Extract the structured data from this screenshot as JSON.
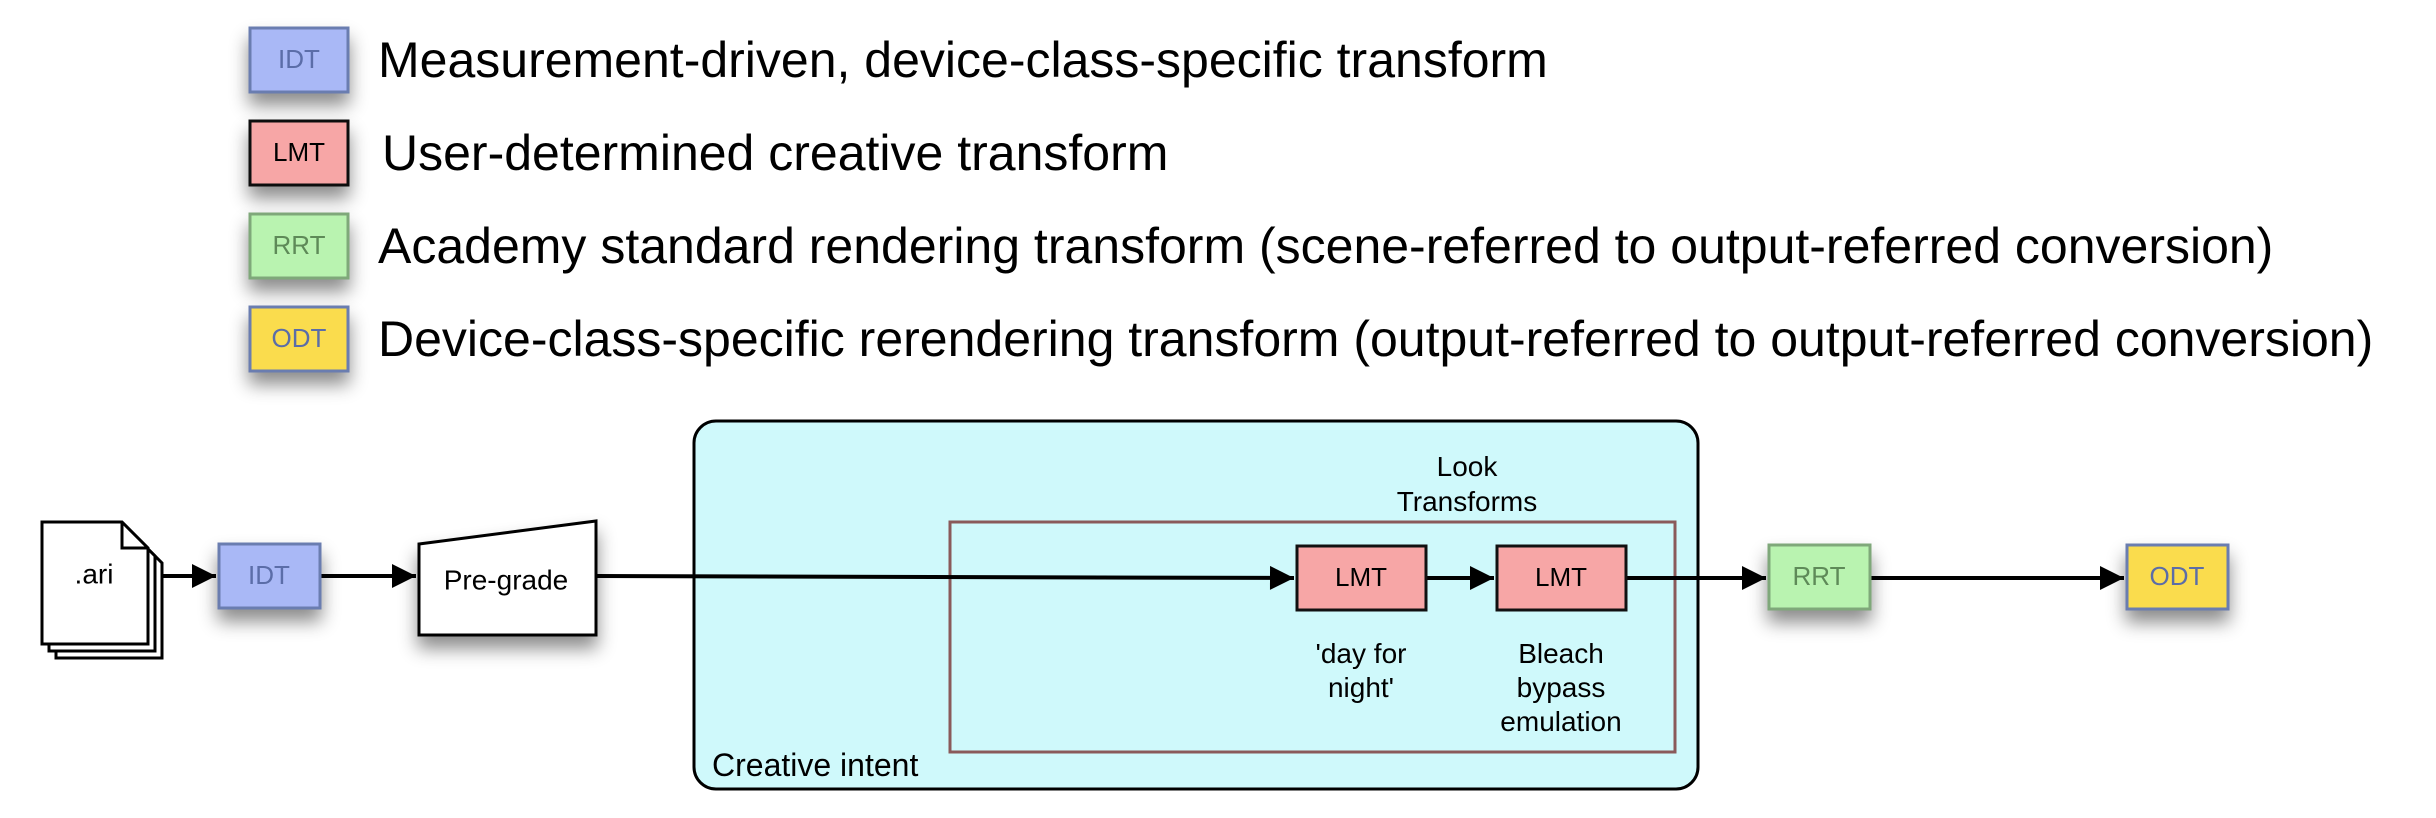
{
  "legend": [
    {
      "code": "IDT",
      "text": "Measurement-driven, device-class-specific transform",
      "fill": "#a9b8f6",
      "stroke": "#6b7db0",
      "code_color": "#5b6da8"
    },
    {
      "code": "LMT",
      "text": "User-determined creative transform",
      "fill": "#f7a6a6",
      "stroke": "#111111",
      "code_color": "#000000"
    },
    {
      "code": "RRT",
      "text": "Academy standard rendering transform (scene-referred to output-referred conversion)",
      "fill": "#b9f3b0",
      "stroke": "#7fa87a",
      "code_color": "#5e8a58"
    },
    {
      "code": "ODT",
      "text": "Device-class-specific rerendering transform (output-referred to output-referred conversion)",
      "fill": "#fadc4e",
      "stroke": "#6b7db0",
      "code_color": "#5b6da8"
    }
  ],
  "diagram": {
    "file_label": ".ari",
    "idt_label": "IDT",
    "pregrade_label": "Pre-grade",
    "creative_intent_label": "Creative intent",
    "look_transforms_label": [
      "Look",
      "Transforms"
    ],
    "lmt1_label": "LMT",
    "lmt1_caption": [
      "'day for",
      "night'"
    ],
    "lmt2_label": "LMT",
    "lmt2_caption": [
      "Bleach",
      "bypass",
      "emulation"
    ],
    "rrt_label": "RRT",
    "odt_label": "ODT"
  },
  "colors": {
    "creative_intent_fill": "#cff9fb",
    "look_box_stroke": "#8a5a5a"
  }
}
